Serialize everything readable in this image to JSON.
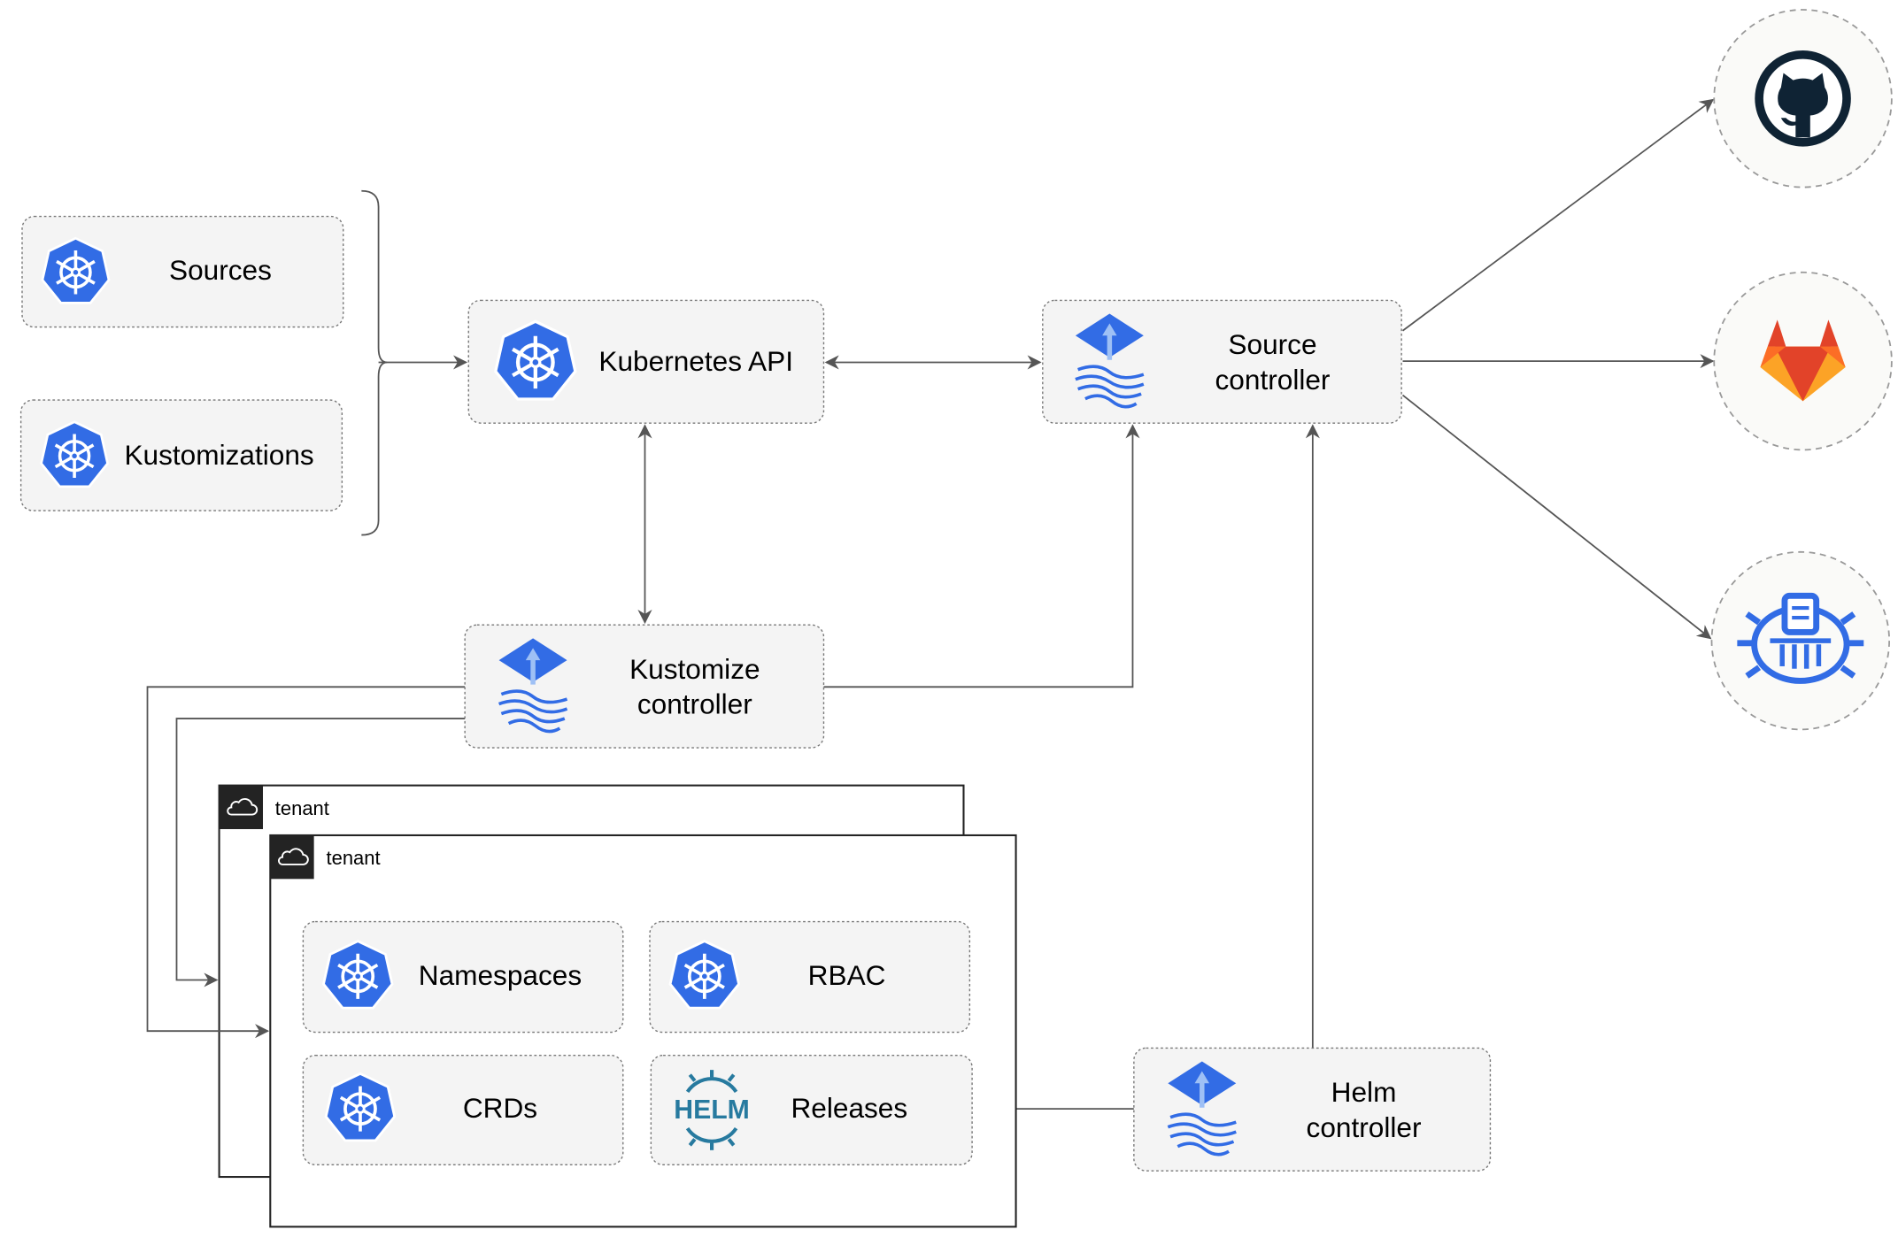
{
  "nodes": {
    "sources": "Sources",
    "kustomizations": "Kustomizations",
    "kubernetes_api": "Kubernetes API",
    "source_controller": [
      "Source",
      "controller"
    ],
    "kustomize_controller": [
      "Kustomize",
      "controller"
    ],
    "helm_controller": [
      "Helm",
      "controller"
    ],
    "namespaces": "Namespaces",
    "rbac": "RBAC",
    "crds": "CRDs",
    "releases": "Releases"
  },
  "tenants": [
    "tenant",
    "tenant"
  ],
  "external_sources": [
    "github-icon",
    "gitlab-icon",
    "bucket-icon"
  ],
  "icons": {
    "kubernetes": "kubernetes-icon",
    "flux": "flux-icon",
    "helm": "helm-icon",
    "helm_label": "HELM",
    "tenant": "cloud-icon"
  },
  "colors": {
    "kubernetes_blue": "#326ce5",
    "helm_blue": "#277a9f",
    "gitlab_orange": "#e24329",
    "github_dark": "#0f2334"
  }
}
